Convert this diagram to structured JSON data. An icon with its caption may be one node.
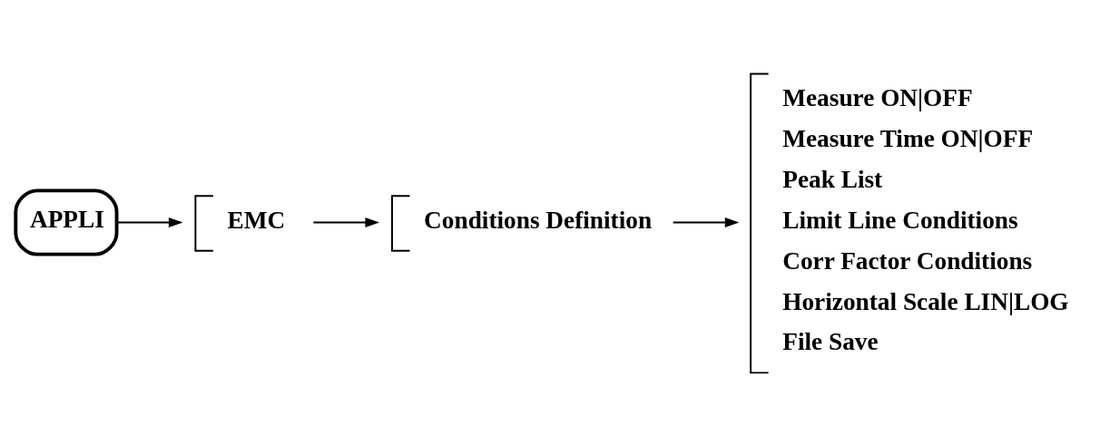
{
  "diagram": {
    "nodes": [
      {
        "text": [
          "APPLI"
        ]
      },
      {
        "text": [
          "EMC"
        ]
      },
      {
        "text": [
          "Conditions Definition"
        ]
      },
      {
        "text": [
          "Measure ON|OFF",
          "Measure Time ON|OFF",
          "Peak List",
          "Limit Line Conditions",
          "Corr Factor Conditions",
          "Horizontal Scale LIN|LOG",
          "File Save"
        ]
      }
    ],
    "edges": [
      {
        "from": 0,
        "to": 1,
        "arrow": "to"
      },
      {
        "from": 1,
        "to": 2,
        "arrow": "to"
      },
      {
        "from": 2,
        "to": 3,
        "arrow": "to"
      }
    ]
  }
}
